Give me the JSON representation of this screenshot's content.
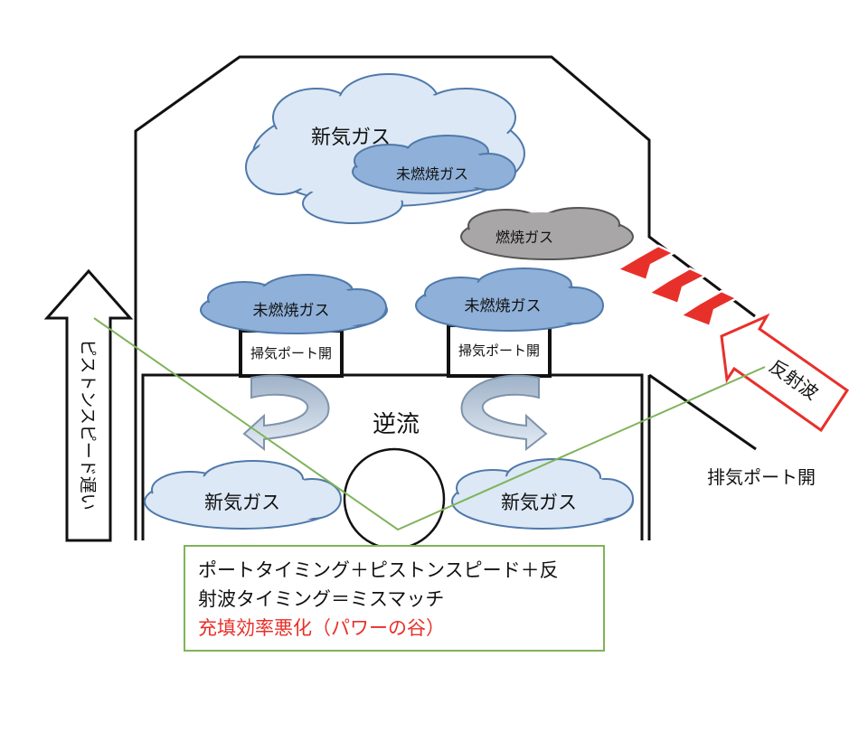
{
  "labels": {
    "fresh_gas_top": "新気ガス",
    "unburned_top": "未燃焼ガス",
    "burned": "燃焼ガス",
    "unburned_left": "未燃焼ガス",
    "unburned_right": "未燃焼ガス",
    "scavenge_left": "掃気ポート開",
    "scavenge_right": "掃気ポート開",
    "backflow": "逆流",
    "fresh_gas_left": "新気ガス",
    "fresh_gas_right": "新気ガス",
    "exhaust_port": "排気ポート開",
    "reflected_wave": "反射波",
    "piston_speed": "ピストンスピード遅い"
  },
  "caption": {
    "line1": "ポートタイミング＋ピストンスピード＋反",
    "line2": "射波タイミング＝ミスマッチ",
    "line3": "充填効率悪化（パワーの谷）"
  },
  "colors": {
    "cloud_light": "#dce8f5",
    "cloud_mid": "#8fb0d8",
    "cloud_gray": "#a8a6a6",
    "reflected_arrow": "#e8302a",
    "chevron": "#e8302a",
    "caption_border": "#7fb35a",
    "highlight_text": "#e8302a",
    "guide_line": "#7fb35a"
  }
}
